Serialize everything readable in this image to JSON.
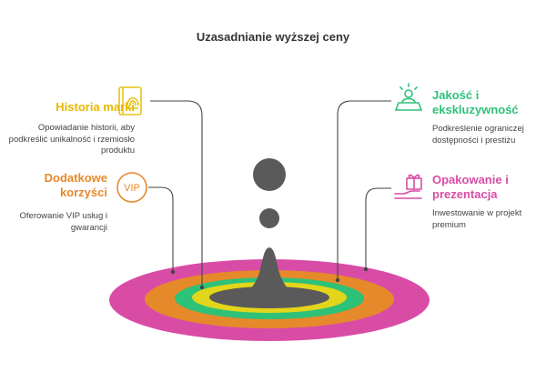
{
  "title": "Uzasadnianie wyższej ceny",
  "items": [
    {
      "heading": "Historia marki",
      "description": "Opowiadanie historii, aby podkreślić unikalność i rzemiosło produktu",
      "color": "#e7c31c",
      "icon": "book-icon"
    },
    {
      "heading": "Dodatkowe korzyści",
      "description": "Oferowanie VIP usług i gwarancji",
      "color": "#e6892a",
      "icon": "vip-badge-icon",
      "icon_text": "VIP"
    },
    {
      "heading": "Jakość i ekskluzywność",
      "description": "Podkreślenie ograniczej dostępności i prestiżu",
      "color": "#2ec178",
      "icon": "spotlight-icon"
    },
    {
      "heading": "Opakowanie i prezentacja",
      "description": "Inwestowanie w projekt premium",
      "color": "#d94ca6",
      "icon": "gift-hand-icon"
    }
  ],
  "colors": {
    "center": "#5a5a5a",
    "ring_inner": "#e3d61a"
  }
}
